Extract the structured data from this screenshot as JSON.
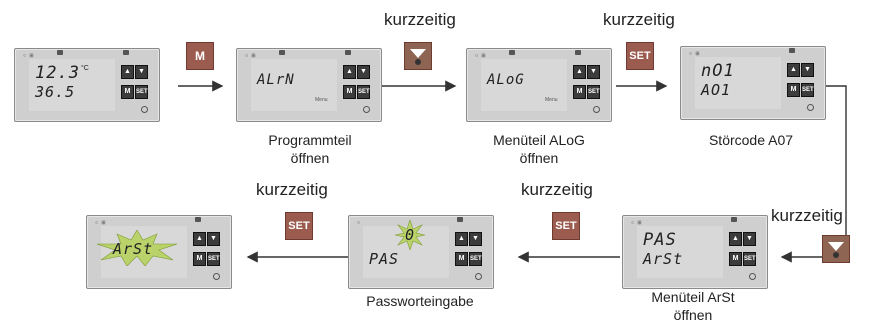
{
  "devices": [
    {
      "line1": "12.3",
      "line1_suffix": "°C",
      "line2": "36.5"
    },
    {
      "line1": "ALrN",
      "menu_tag": "Menu"
    },
    {
      "line1": "ALoG",
      "menu_tag": "Menu"
    },
    {
      "line1": "nO1",
      "line2": "AO1"
    },
    {
      "line1": "PAS",
      "line2": "ArSt"
    },
    {
      "line1": "0",
      "line2": "PAS"
    },
    {
      "line1": "ArSt"
    }
  ],
  "device_buttons": {
    "m": "M",
    "set": "SET"
  },
  "actions": {
    "m_button": "M",
    "set_button": "SET",
    "kurz": "kurzzeitig"
  },
  "captions": {
    "c2": [
      "Programmteil",
      "öffnen"
    ],
    "c3": [
      "Menüteil ALoG",
      "öffnen"
    ],
    "c4": [
      "Störcode A07"
    ],
    "c5": [
      "Menüteil ArSt",
      "öffnen"
    ],
    "c6": [
      "Passworteingabe"
    ]
  },
  "colors": {
    "accent": "#9b5b4e",
    "arrow": "#333333",
    "burst": "#b9d36a"
  }
}
